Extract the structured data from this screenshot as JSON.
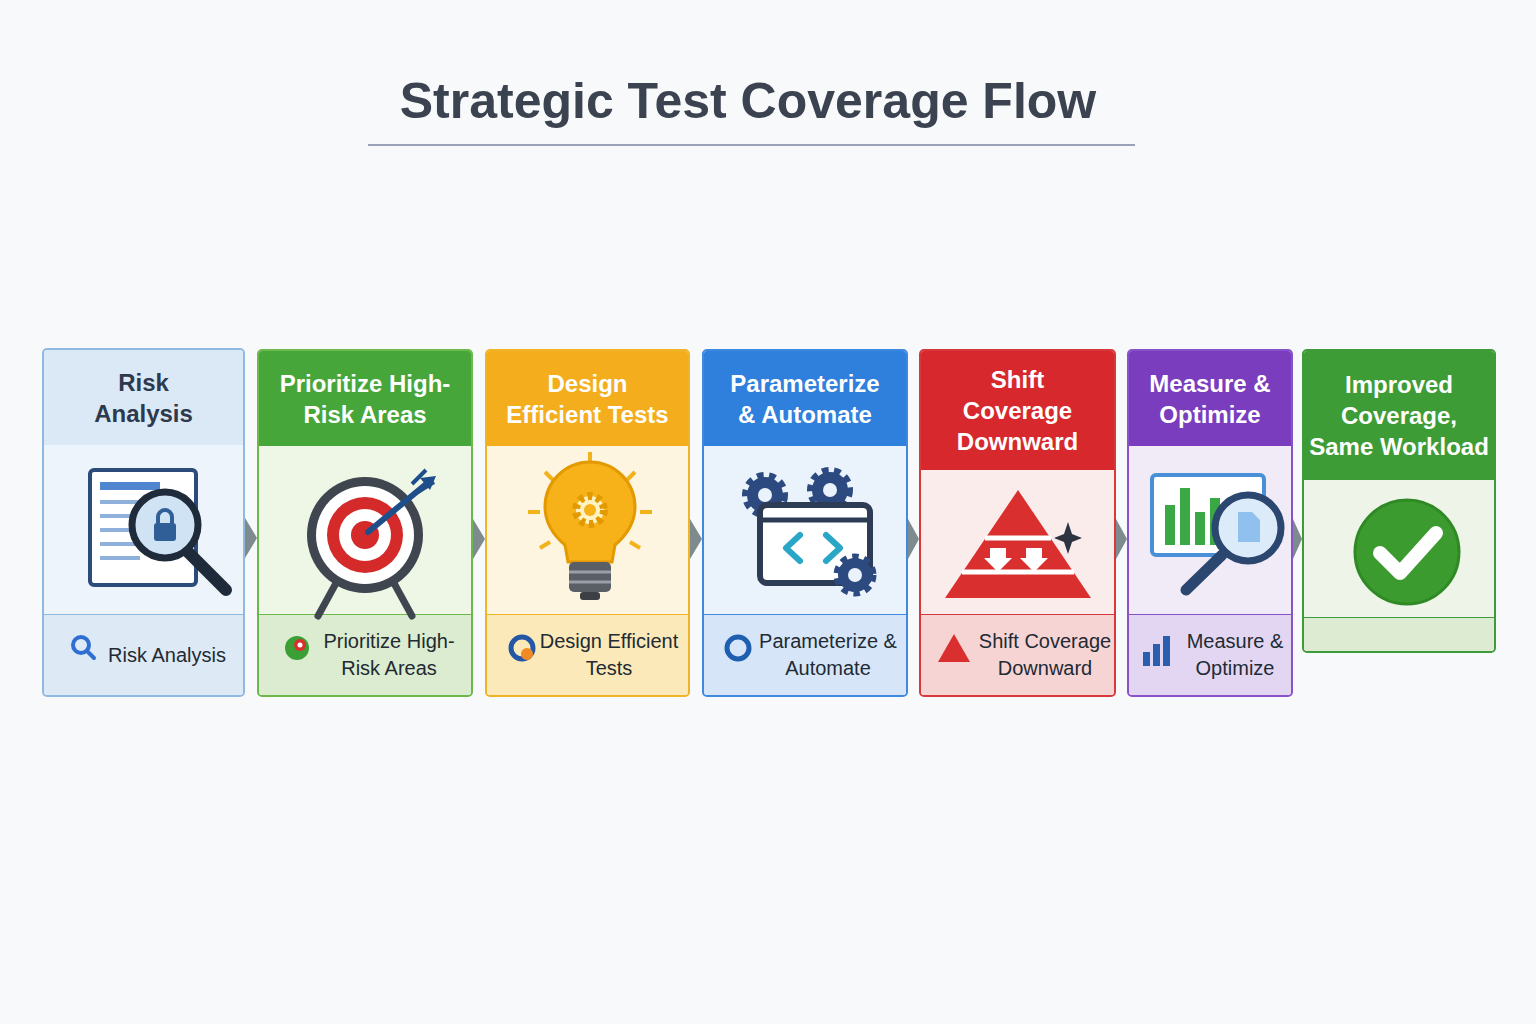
{
  "diagram": {
    "title": "Strategic Test Coverage Flow",
    "nodes": [
      {
        "text": [
          "Risk Analysis",
          "Risk Analysis"
        ]
      },
      {
        "text": [
          "Prioritize High-Risk Areas",
          "Prioritize High-Risk Areas"
        ]
      },
      {
        "text": [
          "Design Efficient Tests",
          "Design Efficient Tests"
        ]
      },
      {
        "text": [
          "Parameterize & Automate",
          "Parameterize & Automate"
        ]
      },
      {
        "text": [
          "Shift Coverage Downward",
          "Shift Coverage Downward"
        ]
      },
      {
        "text": [
          "Measure & Optimize",
          "Measure & Optimize"
        ]
      },
      {
        "text": [
          "Improved Coverage, Same Workload"
        ]
      }
    ],
    "edges": [
      {
        "from": 0,
        "to": 1,
        "arrow": "to"
      },
      {
        "from": 1,
        "to": 2,
        "arrow": "to"
      },
      {
        "from": 2,
        "to": 3,
        "arrow": "to"
      },
      {
        "from": 3,
        "to": 4,
        "arrow": "to"
      },
      {
        "from": 4,
        "to": 5,
        "arrow": "to"
      },
      {
        "from": 5,
        "to": 6,
        "arrow": "to"
      }
    ]
  }
}
